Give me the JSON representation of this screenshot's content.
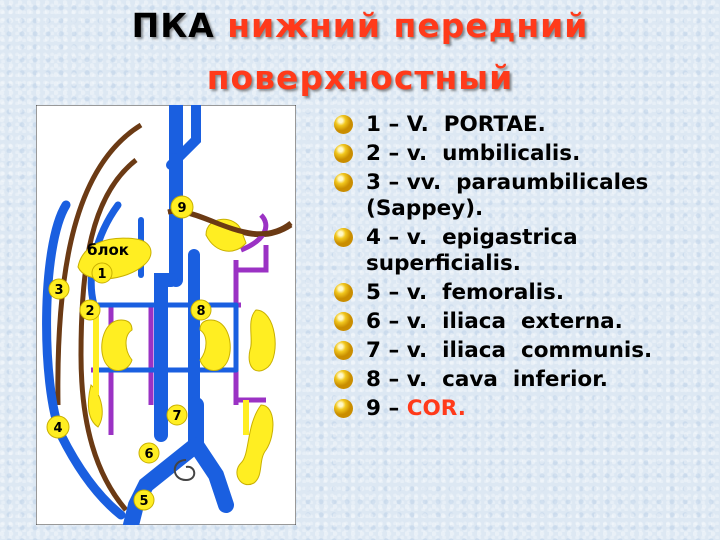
{
  "title": {
    "word1": "ПКА",
    "word2": "нижний передний",
    "line2": "поверхностный"
  },
  "diagram": {
    "label_blok": "блок",
    "num_labels": [
      "1",
      "2",
      "3",
      "4",
      "5",
      "6",
      "7",
      "8",
      "9"
    ]
  },
  "legend": [
    {
      "num": "1",
      "dash": " – ",
      "text": "V.  PORTAE.",
      "cont": "",
      "hl": ""
    },
    {
      "num": "2",
      "dash": " – ",
      "text": "v.  umbilicalis.",
      "cont": "",
      "hl": ""
    },
    {
      "num": "3",
      "dash": " – ",
      "text": "vv.  paraumbilicales",
      "cont": "(Sappey).",
      "hl": ""
    },
    {
      "num": "4",
      "dash": " – ",
      "text": "v.  epigastrica",
      "cont": "superficialis.",
      "hl": ""
    },
    {
      "num": "5",
      "dash": " – ",
      "text": "v.  femoralis.",
      "cont": "",
      "hl": ""
    },
    {
      "num": "6",
      "dash": " – ",
      "text": "v.  iliaca  externa.",
      "cont": "",
      "hl": ""
    },
    {
      "num": "7",
      "dash": " – ",
      "text": "v.  iliaca  communis.",
      "cont": "",
      "hl": ""
    },
    {
      "num": "8",
      "dash": " – ",
      "text": "v.  cava  inferior.",
      "cont": "",
      "hl": ""
    },
    {
      "num": "9",
      "dash": " – ",
      "text": "",
      "cont": "",
      "hl": "COR."
    }
  ],
  "colors": {
    "vein_blue": "#1a5fe0",
    "yellow": "#ffee22",
    "purple": "#9b32c4",
    "brown": "#6b3a14",
    "red_accent": "#ff3a1a"
  }
}
